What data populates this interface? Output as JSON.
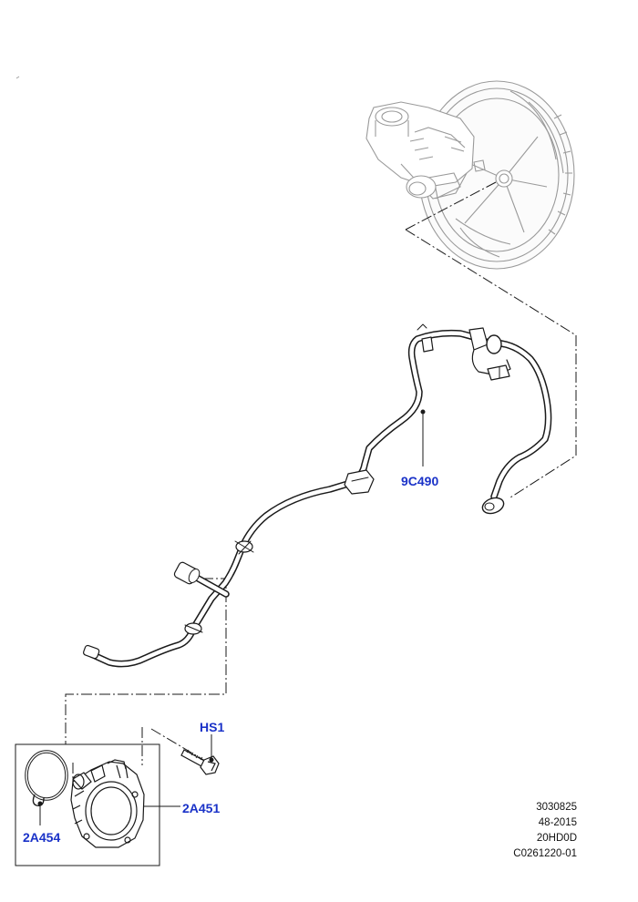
{
  "callouts": {
    "hs1": "HS1",
    "p2a451": "2A451",
    "p2a454": "2A454",
    "p9c490": "9C490"
  },
  "info_block": [
    "3030825",
    "48-2015",
    "20HD0D",
    "C0261220-01"
  ],
  "colors": {
    "callout": "#1a32c8",
    "line": "#1a1a1a",
    "ghost": "#9a9a9a"
  }
}
